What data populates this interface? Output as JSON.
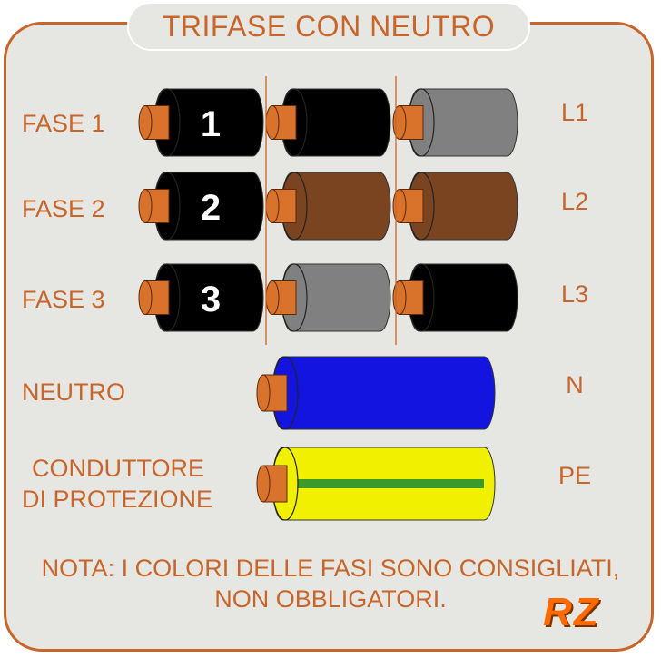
{
  "title": "TRIFASE CON NEUTRO",
  "rows": [
    {
      "label": "FASE 1",
      "code": "L1"
    },
    {
      "label": "FASE 2",
      "code": "L2"
    },
    {
      "label": "FASE 3",
      "code": "L3"
    },
    {
      "label": "NEUTRO",
      "code": "N"
    },
    {
      "label_line1": "CONDUTTORE",
      "label_line2": "DI PROTEZIONE",
      "code": "PE"
    }
  ],
  "phase_numbers": [
    "1",
    "2",
    "3"
  ],
  "note_line1": "NOTA: I COLORI DELLE FASI SONO CONSIGLIATI,",
  "note_line2": "NON OBBLIGATORI.",
  "logo": "RZ",
  "colors": {
    "accent": "#c8652a",
    "copper": "#d9722b",
    "black": "#000000",
    "brown": "#7a4421",
    "grey": "#808080",
    "blue": "#1414e0",
    "yellow": "#f0f000",
    "green_stripe": "#3a9a2a"
  },
  "cable_colors": [
    [
      "black",
      "black",
      "grey"
    ],
    [
      "black",
      "brown",
      "brown"
    ],
    [
      "black",
      "grey",
      "black"
    ]
  ]
}
